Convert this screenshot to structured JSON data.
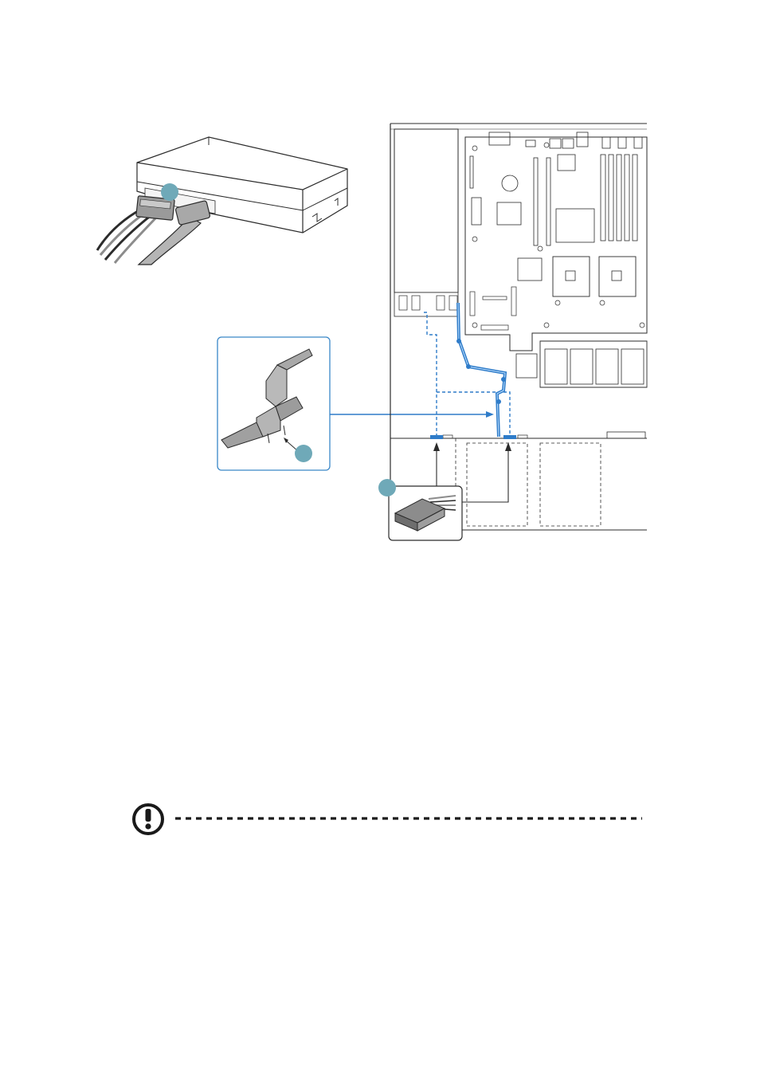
{
  "diagram": {
    "callouts": [
      "",
      "",
      ""
    ],
    "colors": {
      "callout": "#6fa9b8",
      "cable_blue": "#2f7cc9",
      "frame_blue": "#3a87c8",
      "part_gray": "#a8a8a8",
      "line": "#2b2b2b"
    },
    "parts": {
      "drive": "hard-drive-with-power-and-sata-cables",
      "clip": "cable-retention-clip",
      "connector": "power-cable-connector",
      "chassis": "server-chassis-top-view"
    }
  },
  "caution": {
    "icon": "caution-icon"
  }
}
